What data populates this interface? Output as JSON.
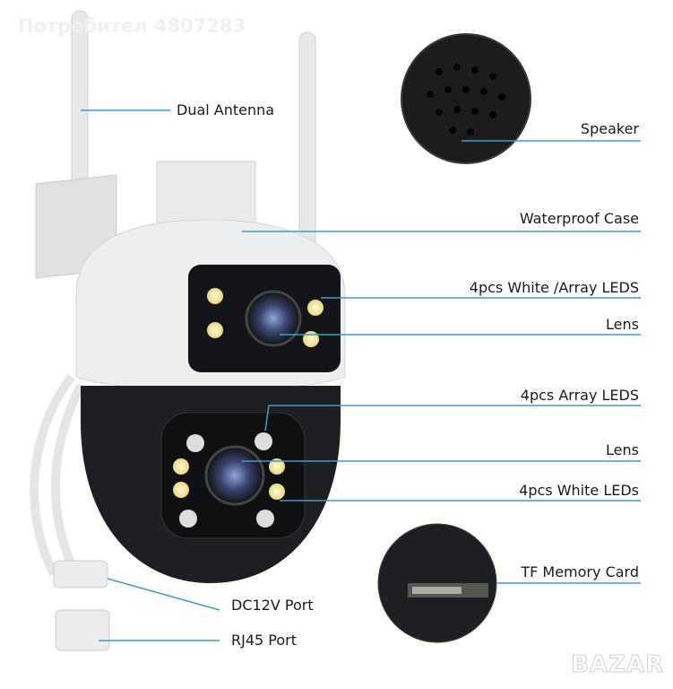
{
  "watermark": "Потребител 4807283",
  "logo": "BAZAR",
  "colors": {
    "line": "#3d9cc8",
    "body_white": "#eceef0",
    "body_black": "#1e1f22"
  },
  "labels": {
    "dual_antenna": "Dual Antenna",
    "speaker": "Speaker",
    "waterproof_case": "Waterproof Case",
    "top_leds": "4pcs White /Array LEDS",
    "top_lens": "Lens",
    "array_leds": "4pcs Array LEDS",
    "bottom_lens": "Lens",
    "white_leds": "4pcs White LEDs",
    "tf_card": "TF Memory Card",
    "dc_port": "DC12V Port",
    "rj45_port": "RJ45 Port"
  }
}
